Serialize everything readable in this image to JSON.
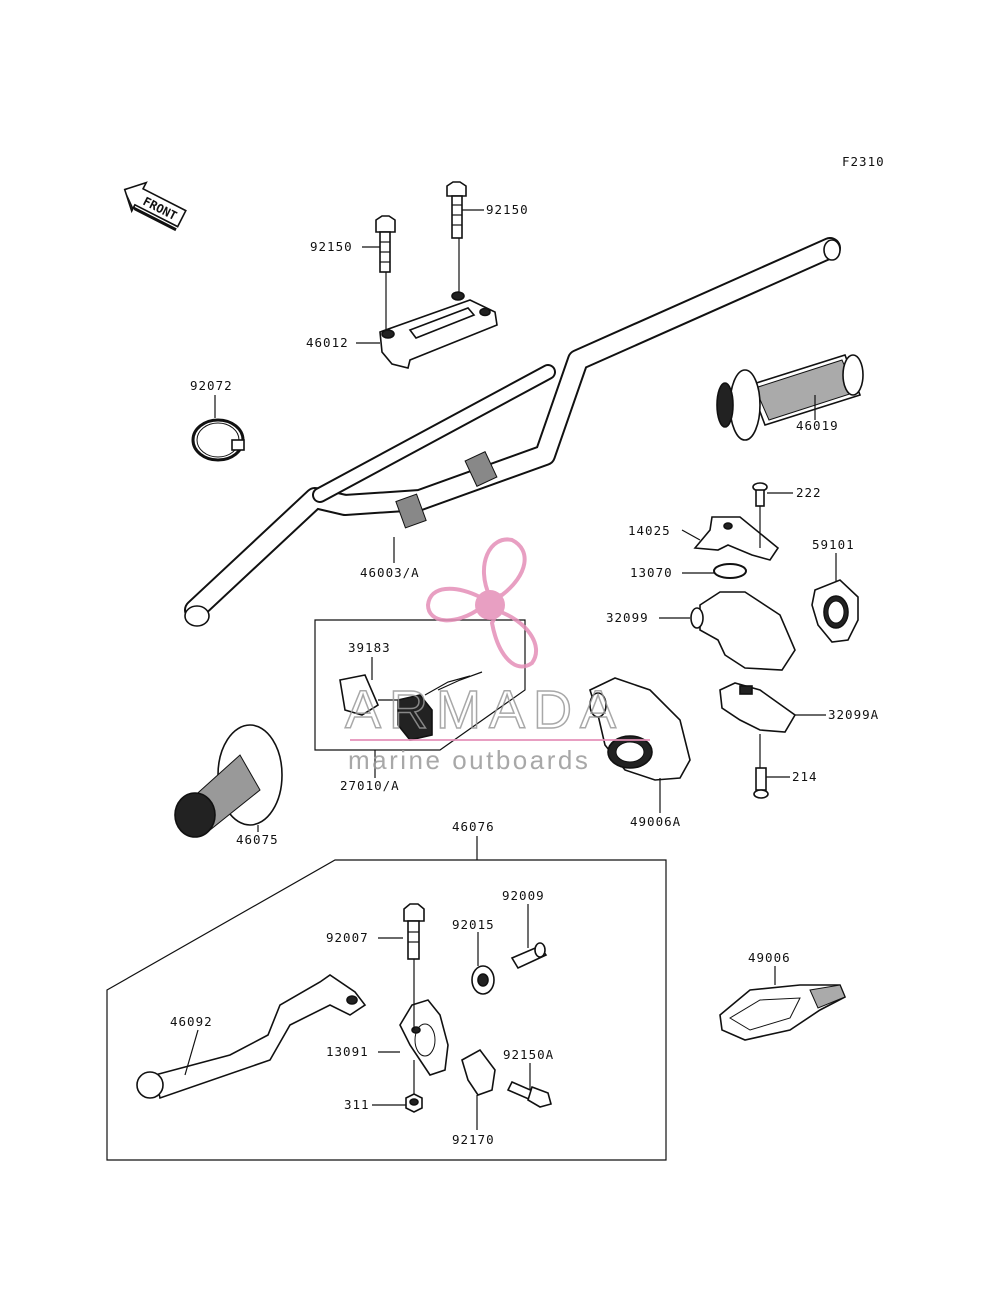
{
  "figure_code": "F2310",
  "front_arrow_text": "FRONT",
  "labels": {
    "p92150a": "92150",
    "p92150b": "92150",
    "p46012": "46012",
    "p92072": "92072",
    "p46019": "46019",
    "p222": "222",
    "p14025": "14025",
    "p59101": "59101",
    "p13070": "13070",
    "p46003": "46003/A",
    "p32099": "32099",
    "p39183": "39183",
    "p32099A": "32099A",
    "p27010": "27010/A",
    "p214": "214",
    "p46075": "46075",
    "p49006A": "49006A",
    "p46076": "46076",
    "p92009": "92009",
    "p92015": "92015",
    "p92007": "92007",
    "p49006": "49006",
    "p46092": "46092",
    "p13091": "13091",
    "p92150A": "92150A",
    "p311": "311",
    "p92170": "92170"
  },
  "watermark": {
    "title": "ARMADA",
    "subtitle": "marine outboards",
    "color": "#e58fb8"
  }
}
